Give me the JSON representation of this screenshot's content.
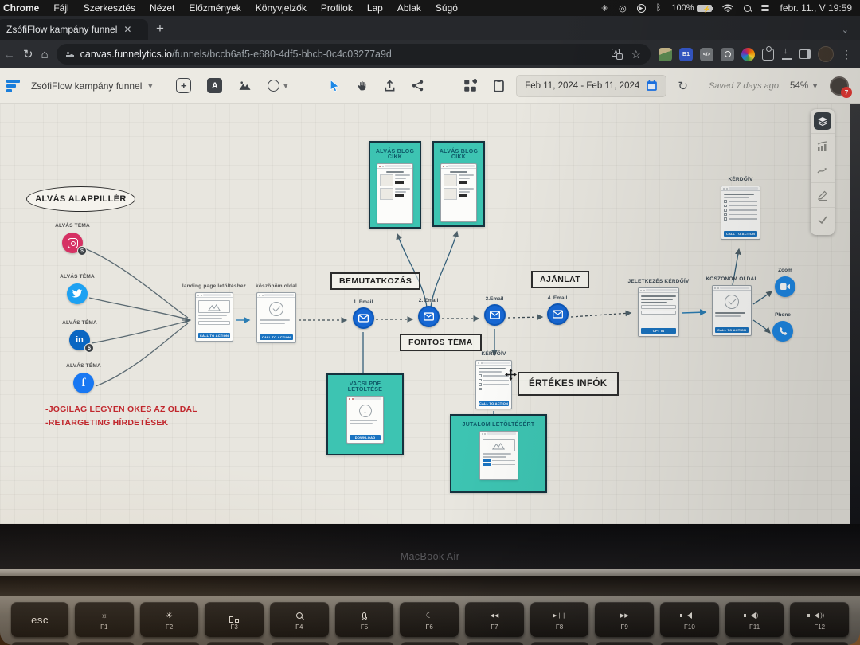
{
  "menu_bar": {
    "app_name": "Chrome",
    "menus": [
      "Fájl",
      "Szerkesztés",
      "Nézet",
      "Előzmények",
      "Könyvjelzők",
      "Profilok",
      "Lap",
      "Ablak",
      "Súgó"
    ],
    "status_icons": [
      "display-icon",
      "airdrop-icon",
      "play-circle-icon",
      "bluetooth-icon",
      "battery-icon",
      "wifi-icon",
      "spotlight-icon",
      "control-center-icon"
    ],
    "battery_percent": "100%",
    "clock": "febr. 11., V 19:59"
  },
  "browser": {
    "tab_title": "ZsófiFlow kampány funnel",
    "url_host": "canvas.funnelytics.io",
    "url_path": "/funnels/bccb6af5-e680-4df5-bbcb-0c4c03277a9d",
    "extensions": {
      "b1_badge": "B1",
      "code_badge": "</>"
    }
  },
  "app_toolbar": {
    "funnel_name": "ZsófiFlow kampány funnel",
    "date_range": "Feb 11, 2024 - Feb 11, 2024",
    "saved_status": "Saved 7 days ago",
    "zoom_level": "54%",
    "notification_count": "7"
  },
  "canvas": {
    "pillar_label": "ALVÁS ALAPPILLÉR",
    "sources": [
      {
        "label": "ALVÁS TÉMA",
        "network": "instagram",
        "badge": "$"
      },
      {
        "label": "ALVÁS TÉMA",
        "network": "twitter"
      },
      {
        "label": "ALVÁS TÉMA",
        "network": "linkedin",
        "glyph": "in",
        "badge": "$"
      },
      {
        "label": "ALVÁS TÉMA",
        "network": "facebook",
        "glyph": "f"
      }
    ],
    "pages": {
      "landing_label": "landing page letöltéshez",
      "thankyou_label": "köszönöm oldal",
      "signup_label": "JELETKEZÉS KÉRDŐÍV",
      "thankyou2_label": "KÖSZÖNÖM OLDAL",
      "survey_top_label": "KÉRDŐÍV",
      "survey_mid_label": "KÉRDŐÍV"
    },
    "buttons": {
      "cta": "CALL TO ACTION",
      "optin": "OPT IN",
      "download": "DOWNLOAD"
    },
    "emails": [
      {
        "label": "1. Email"
      },
      {
        "label": "2. Email"
      },
      {
        "label": "3.Email"
      },
      {
        "label": "4. Email"
      }
    ],
    "tags": {
      "intro": "BEMUTATKOZÁS",
      "important": "FONTOS TÉMA",
      "offer": "AJÁNLAT",
      "valuable": "ÉRTÉKES INFÓK"
    },
    "teal_boxes": {
      "blog1": "ALVÁS BLOG CIKK",
      "blog2": "ALVÁS BLOG CIKK",
      "pdf": "VACSI PDF LETÖLTÉSE",
      "reward": "JUTALOM LETÖLTÉSÉRT"
    },
    "calls": {
      "zoom_label": "Zoom",
      "phone_label": "Phone"
    },
    "notes": [
      "-JOGILAG LEGYEN OKÉS AZ OLDAL",
      "-RETARGETING HÍRDETÉSEK"
    ]
  },
  "laptop": {
    "brand": "MacBook Air",
    "esc_key": "esc",
    "fkeys": [
      {
        "label": "F1",
        "icon": "brightness-down-icon"
      },
      {
        "label": "F2",
        "icon": "brightness-up-icon"
      },
      {
        "label": "F3",
        "icon": "mission-control-icon"
      },
      {
        "label": "F4",
        "icon": "spotlight-search-icon"
      },
      {
        "label": "F5",
        "icon": "dictation-mic-icon"
      },
      {
        "label": "F6",
        "icon": "do-not-disturb-icon"
      },
      {
        "label": "F7",
        "icon": "rewind-icon"
      },
      {
        "label": "F8",
        "icon": "play-pause-icon"
      },
      {
        "label": "F9",
        "icon": "fast-forward-icon"
      },
      {
        "label": "F10",
        "icon": "mute-icon"
      },
      {
        "label": "F11",
        "icon": "volume-down-icon"
      },
      {
        "label": "F12",
        "icon": "volume-up-icon"
      }
    ]
  }
}
